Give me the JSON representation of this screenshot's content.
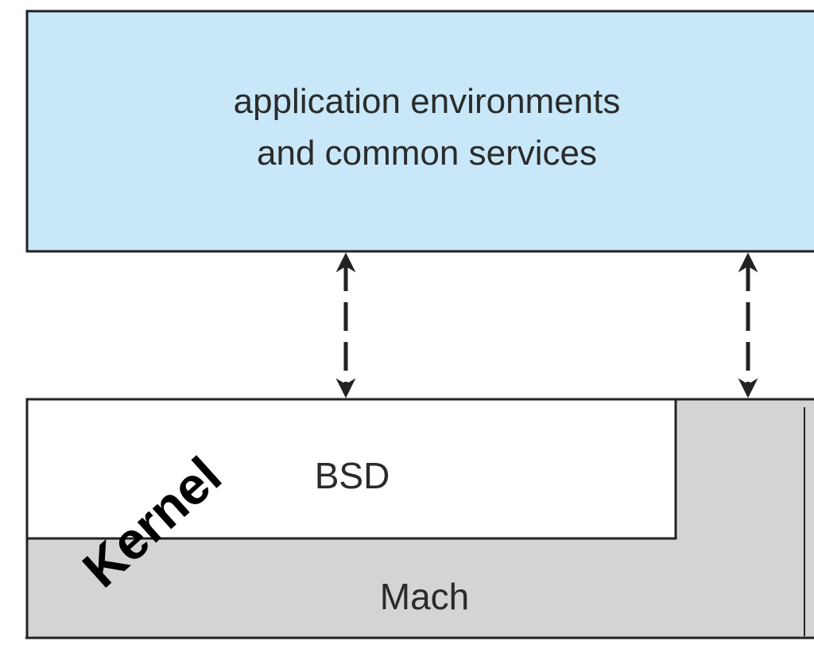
{
  "diagram": {
    "top_layer": {
      "line1": "application environments",
      "line2": "and common services"
    },
    "bsd_label": "BSD",
    "mach_label": "Mach",
    "kernel_label": "Kernel"
  },
  "colors": {
    "top_fill": "#c8e8f9",
    "mach_fill": "#d3d4d6",
    "bsd_fill": "#ffffff",
    "stroke": "#222222"
  }
}
